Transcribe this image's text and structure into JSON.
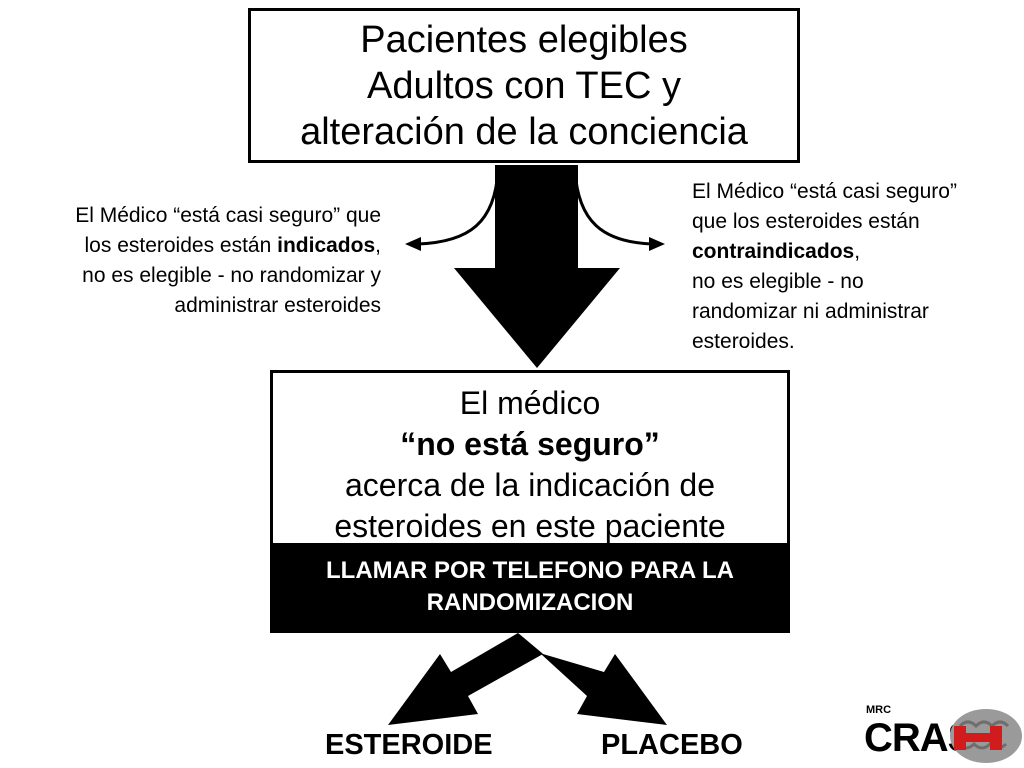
{
  "top_box": {
    "line1": "Pacientes elegibles",
    "line2": "Adultos con TEC y",
    "line3": "alteración  de la conciencia"
  },
  "left_note": {
    "line1": "El Médico “está casi seguro” que",
    "line2_pre": "los esteroides están ",
    "line2_bold": "indicados",
    "line2_post": ",",
    "line3": "no es elegible - no randomizar y",
    "line4": "administrar esteroides"
  },
  "right_note": {
    "line1": "El Médico “está casi seguro”",
    "line2": "que los esteroides están",
    "line3_bold": "contraindicados",
    "line3_post": ",",
    "line4": "no es elegible - no",
    "line5": "randomizar ni administrar",
    "line6": "esteroides."
  },
  "middle_box": {
    "line1": "El médico",
    "line2": "“no está seguro”",
    "line3": "acerca de la indicación  de",
    "line4": "esteroides en este paciente",
    "bar_line1": "LLAMAR POR TELEFONO PARA LA",
    "bar_line2": "RANDOMIZACION"
  },
  "outcomes": {
    "left": "ESTEROIDE",
    "right": "PLACEBO"
  },
  "logo": {
    "small": "MRC",
    "main": "CRAS",
    "mark_icon": "brain-h-icon"
  },
  "colors": {
    "ink": "#000000",
    "background": "#ffffff",
    "logo_accent": "#d01c1c",
    "logo_brain": "#9a9a9a"
  }
}
